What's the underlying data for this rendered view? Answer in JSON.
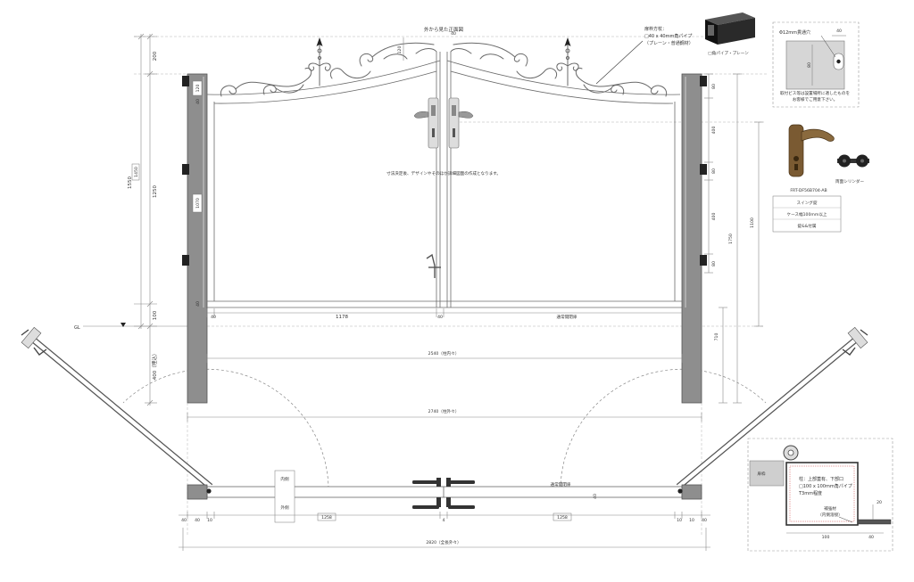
{
  "title": "外から見た正面図",
  "callout": {
    "line1": "扉枠方杖：",
    "line2": "□40 x 40mm角パイプ",
    "line3": "（プレーン・普通鋼材）"
  },
  "pipe_caption": "□角パイプ・プレーン",
  "mount_detail": {
    "hole": "Φ12mm貫通穴",
    "dim_w": "40",
    "dim_h": "80",
    "note1": "取付ビス等は設置場所に適したものを",
    "note2": "お客様でご用意下さい。"
  },
  "lock": {
    "name": "両面シリンダー",
    "model": "FRT-DF56B704-AB",
    "spec1": "スイング錠",
    "spec2": "ケース幅100mm以上",
    "spec3": "錠&&付属"
  },
  "note_center": "寸法決定後、デザインやそのほか詳細図面の作成となります。",
  "elevation": {
    "left_dims": {
      "top": "200",
      "total": "1550",
      "height_box": "1450",
      "gate": "1250",
      "bottom": "100",
      "buried": "400（埋込）"
    },
    "gl": "GL",
    "post_left": {
      "top": "120",
      "margin_top": "40",
      "mid": "1070",
      "margin_bottom": "40"
    },
    "top_center": {
      "arch": "120",
      "gap": "40"
    },
    "bottom": {
      "frame": "40",
      "panel": "1178",
      "gap": "40",
      "door": "通常開閉扉"
    },
    "right_dims": {
      "d1": "80",
      "d2": "400",
      "d3": "80",
      "d4": "400",
      "d5": "80",
      "post_h": "1750",
      "gate_h": "1100",
      "buried": "710"
    },
    "inner": "2540（柱内々）",
    "outer": "2740（柱外々）"
  },
  "plan": {
    "inside": "内側",
    "outside": "外側",
    "leaf_left": "1258",
    "leaf_right": "1258",
    "door": "通常開閉扉",
    "handle_gap": "40",
    "dims": [
      "40",
      "40",
      "10",
      "4",
      "10",
      "10",
      "40"
    ],
    "total": "2820（全長外々）"
  },
  "post_detail": {
    "frame": "扉枠",
    "line1": "柱：上部蓋有、下部口",
    "line2": "□100 x 100mm角パイプ",
    "line3": "T3mm程度",
    "reinforce1": "補強材",
    "reinforce2": "（内側溶接）",
    "dim_top": "20",
    "dim_w": "100",
    "dim_t": "40"
  },
  "colors": {
    "post": "#8e8e8e",
    "line": "#6a6a6a",
    "dimension": "#888888",
    "lock_bronze": "#7a5a32"
  }
}
